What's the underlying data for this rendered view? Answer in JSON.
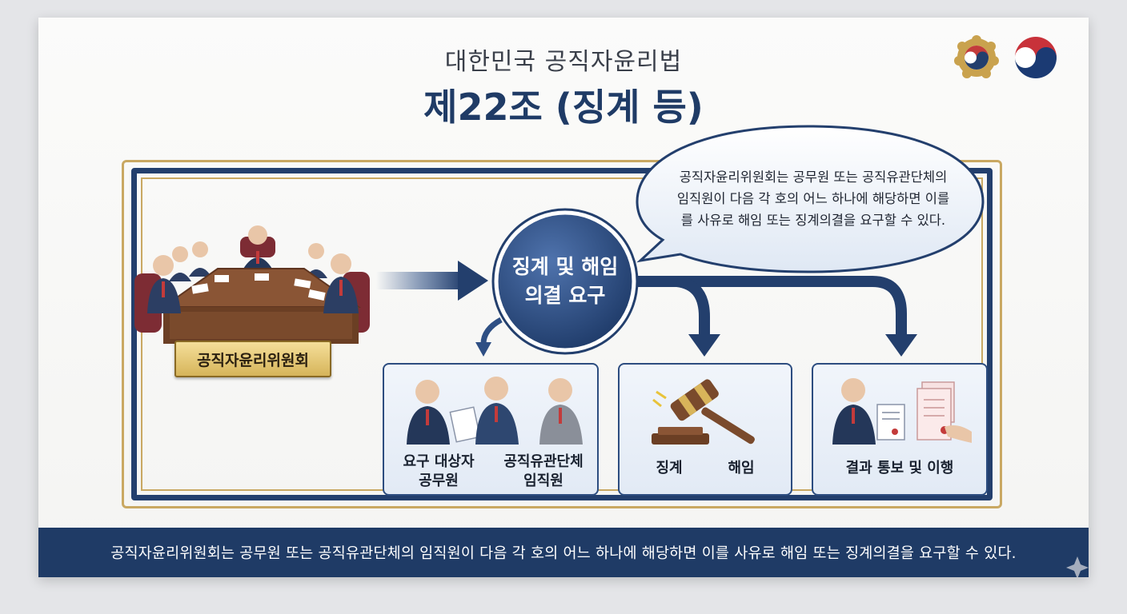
{
  "header": {
    "subtitle": "대한민국 공직자윤리법",
    "title": "제22조 (징계 등)"
  },
  "emblems": [
    "government-seal-icon",
    "taegeuk-logo-icon"
  ],
  "speech_bubble": {
    "lines": [
      "공직자윤리위원회는 공무원 또는 공직유관단체의",
      "임직원이 다음 각 호의 어느 하나에 해당하면 이를",
      "를 사유로 해임 또는 징계의결을 요구할 수 있다."
    ]
  },
  "committee": {
    "label": "공직자윤리위원회"
  },
  "center": {
    "line1": "징계 및 해임",
    "line2": "의결 요구"
  },
  "boxes": {
    "targets": {
      "left_line1": "요구 대상자",
      "left_line2": "공무원",
      "right_line1": "공직유관단체",
      "right_line2": "임직원"
    },
    "discipline": {
      "left": "징계",
      "right": "해임"
    },
    "result": {
      "label": "결과 통보 및 이행"
    }
  },
  "banner": {
    "text": "공직자윤리위원회는 공무원 또는 공직유관단체의 임직원이 다음 각 호의 어느 하나에 해당하면 이를 사유로 해임 또는 징계의결을 요구할 수 있다."
  },
  "colors": {
    "navy": "#1f3b66",
    "gold": "#c9a862",
    "accent_red": "#c33b3b",
    "light_blue": "#e2eaf5"
  }
}
